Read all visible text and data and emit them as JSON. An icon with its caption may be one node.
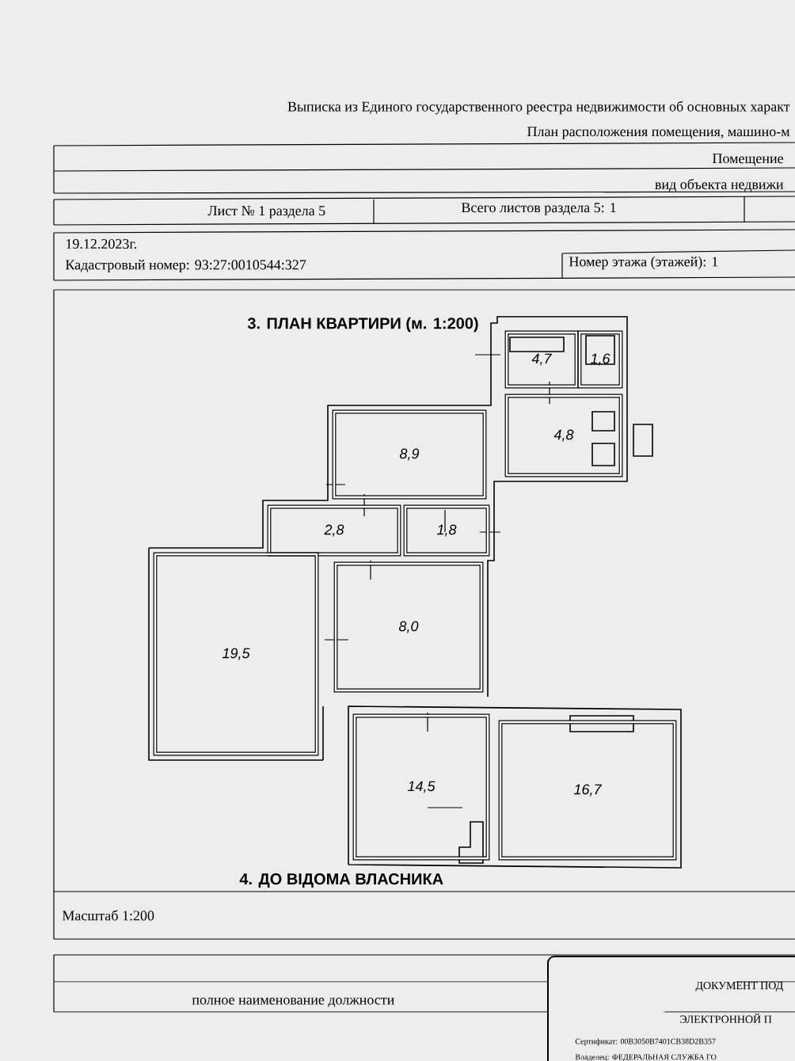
{
  "diagram": {
    "nodes": [
      {
        "text": [
          "4,7"
        ]
      },
      {
        "text": [
          "1,6"
        ]
      },
      {
        "text": [
          "4,8"
        ]
      },
      {
        "text": [
          "8,9"
        ]
      },
      {
        "text": [
          "2,8"
        ]
      },
      {
        "text": [
          "1,8"
        ]
      },
      {
        "text": [
          "19,5"
        ]
      },
      {
        "text": [
          "8,0"
        ]
      },
      {
        "text": [
          "14,5"
        ]
      },
      {
        "text": [
          "16,7"
        ]
      }
    ],
    "labels": [
      "Выписка из Единого государственного реестра недвижимости об основных характ",
      "План расположения помещения, машино-м",
      "Помещение",
      "вид объекта недвижи",
      "Лист № 1 раздела 5",
      "Всего листов раздела 5: 1",
      "19.12.2023г.",
      "Кадастровый номер: 93:27:0010544:327",
      "Номер этажа (этажей): 1",
      "3. ПЛАН КВАРТИРИ (м. 1:200)",
      "4. ДО ВІДОМА ВЛАСНИКА",
      "Масштаб 1:200",
      "полное наименование должности",
      "ДОКУМЕНТ ПОД",
      "ЭЛЕКТРОННОЙ П",
      "Сертификат: 00B3050B7401CB38D2B357",
      "Владелец: ФЕДЕРАЛЬНАЯ СЛУЖБА ГО"
    ]
  }
}
